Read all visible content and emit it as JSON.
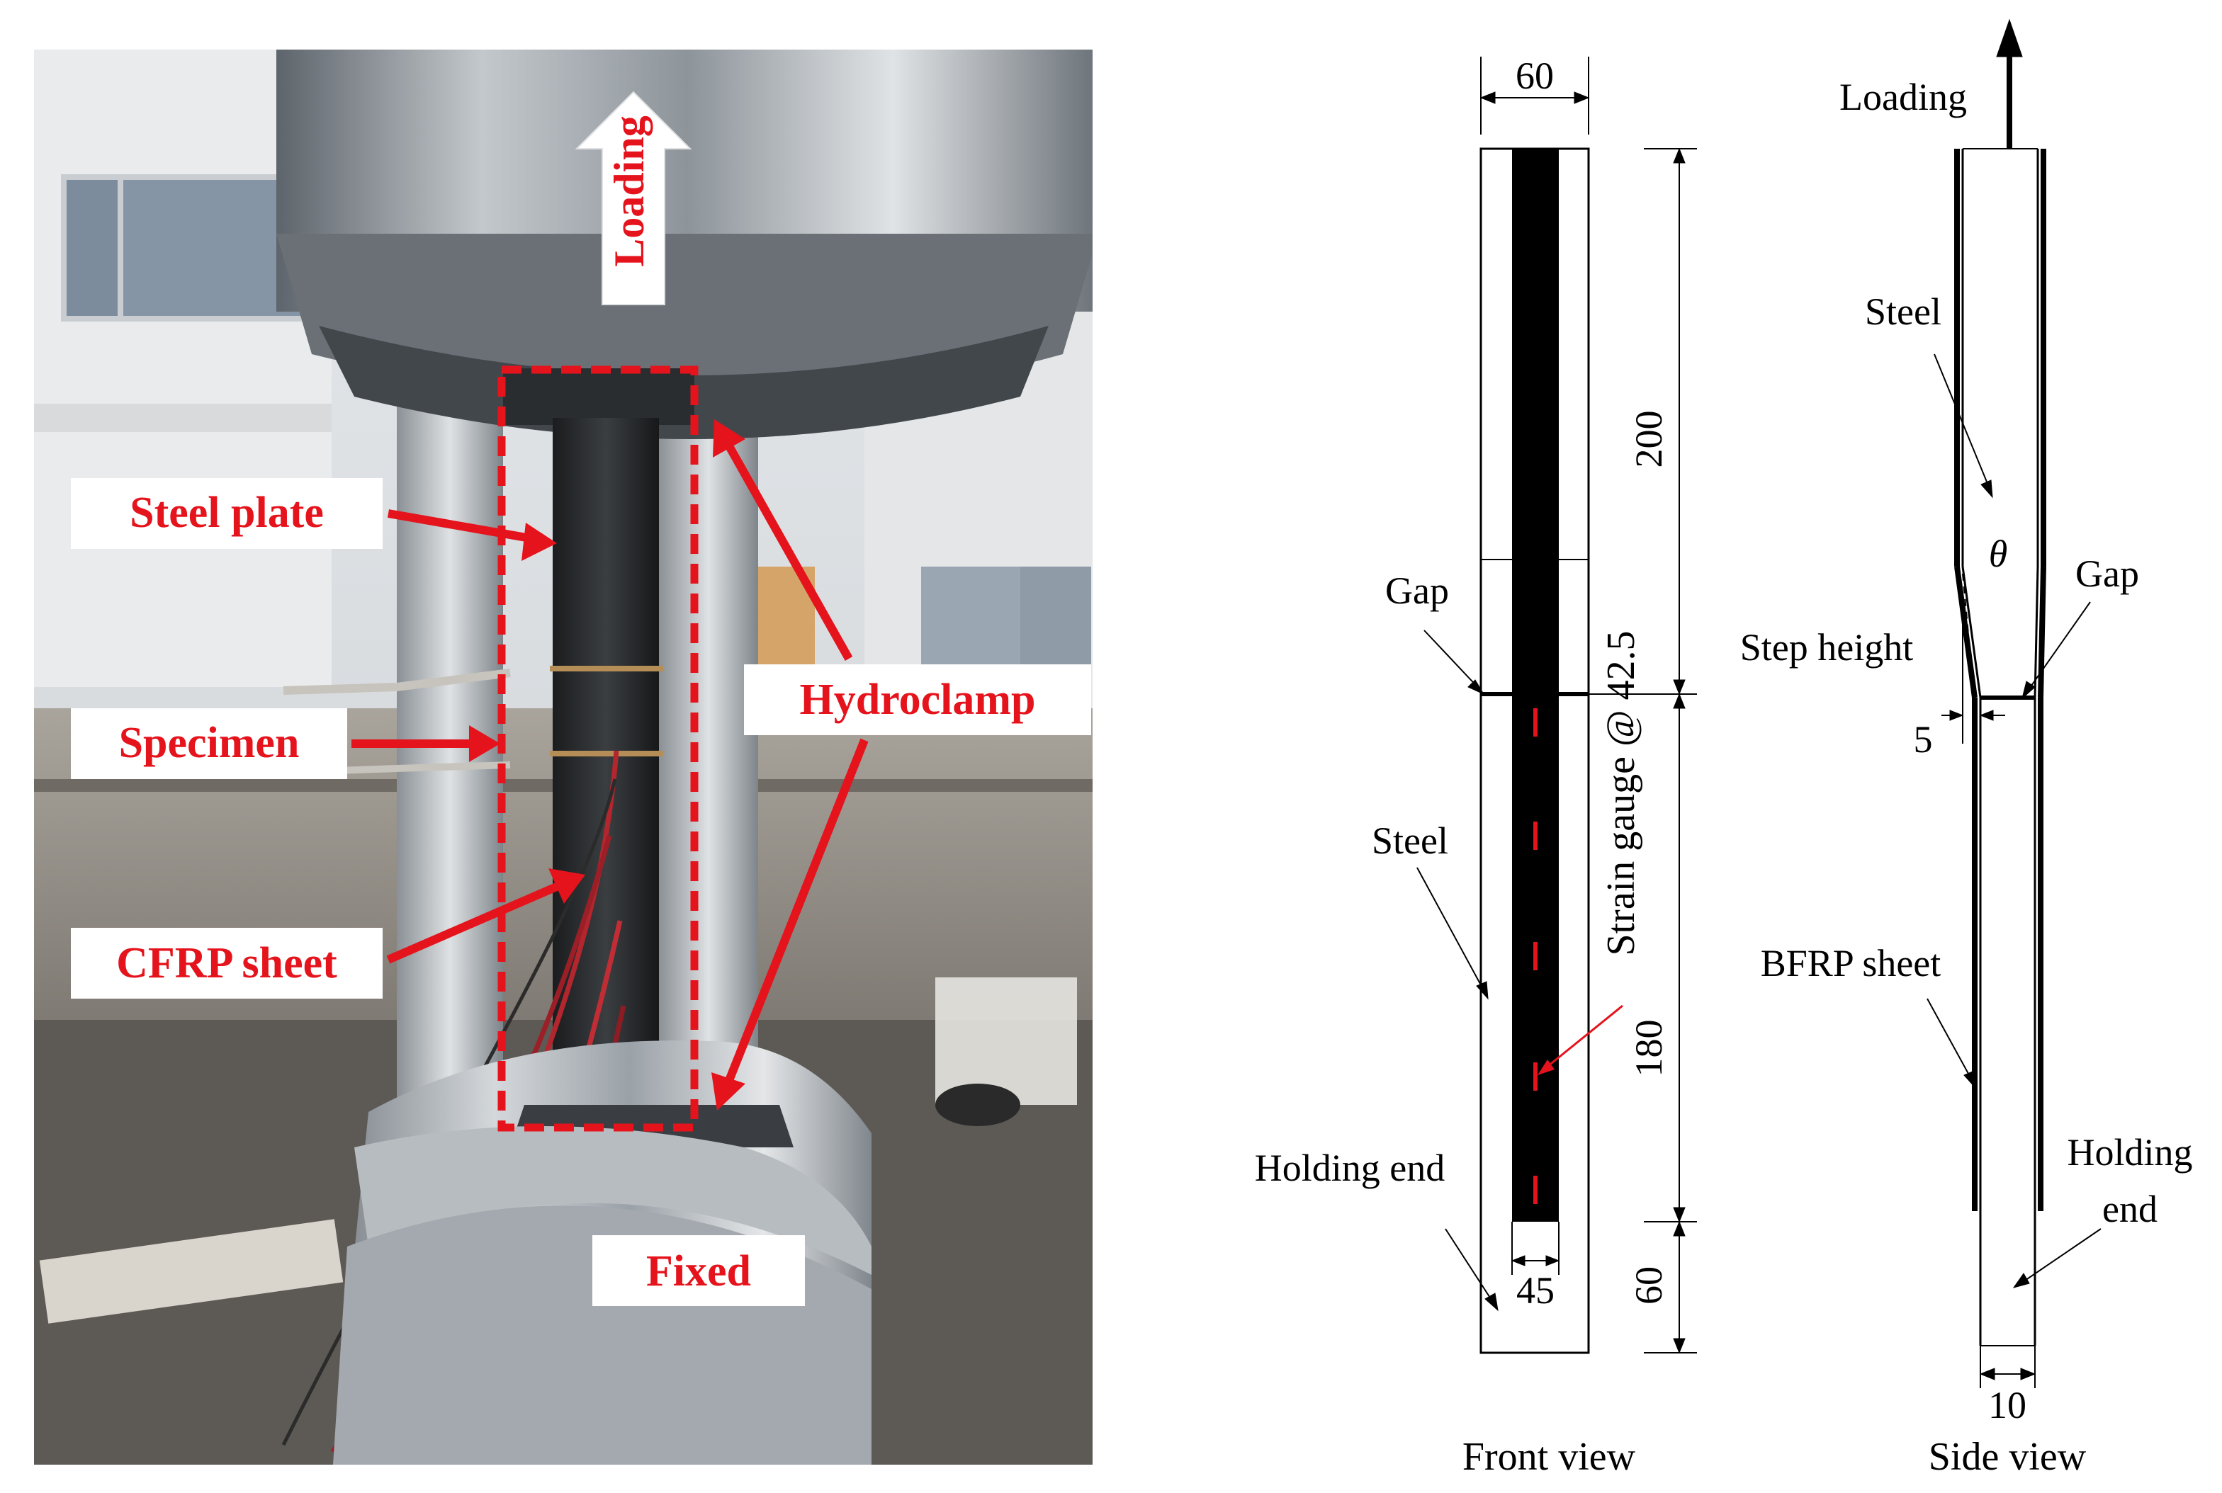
{
  "photo": {
    "labels": {
      "loading": "Loading",
      "steel_plate": "Steel plate",
      "specimen": "Specimen",
      "cfrp_sheet": "CFRP sheet",
      "hydroclamp": "Hydroclamp",
      "fixed": "Fixed"
    },
    "colors": {
      "annotation": "#e5131c",
      "label_bg": "#ffffff"
    }
  },
  "front_view": {
    "caption": "Front view",
    "dim_width": "60",
    "dim_inner_width": "45",
    "dim_upper": "200",
    "dim_lower": "180",
    "dim_end": "60",
    "gap_label": "Gap",
    "steel_label": "Steel",
    "holding_label": "Holding end",
    "strain_label": "Strain gauge @ 42.5"
  },
  "side_view": {
    "caption": "Side view",
    "loading_label": "Loading",
    "steel_label": "Steel",
    "theta_label": "θ",
    "gap_label": "Gap",
    "step_label": "Step height",
    "step_dim": "5",
    "bfrp_label": "BFRP sheet",
    "holding_line1": "Holding",
    "holding_line2": "end",
    "dim_thickness": "10"
  }
}
